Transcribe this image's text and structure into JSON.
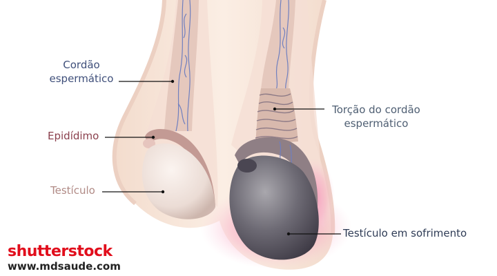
{
  "labels": {
    "spermatic_cord": [
      "Cordão",
      "espermático"
    ],
    "epididymis": "Epidídimo",
    "testicle": "Testículo",
    "cord_torsion": [
      "Torção do cordão",
      "espermático"
    ],
    "suffering_testicle": "Testículo em sofrimento"
  },
  "watermark": {
    "logo": "shutterstock",
    "url": "www.mdsaude.com"
  },
  "colors": {
    "skin": "#f9e8db",
    "cord": "#e6cbbf",
    "vessel": "#6f7fbf",
    "healthy_testicle": "#eee1db",
    "epididymis": "#c39a94",
    "suffering_testicle": "#5e5b67",
    "inflammation": "#f48cb5",
    "label_blue": "#3f4f7a",
    "label_red": "#8a3f4c",
    "label_tan": "#b08a85",
    "brand_red": "#e10e1c"
  }
}
